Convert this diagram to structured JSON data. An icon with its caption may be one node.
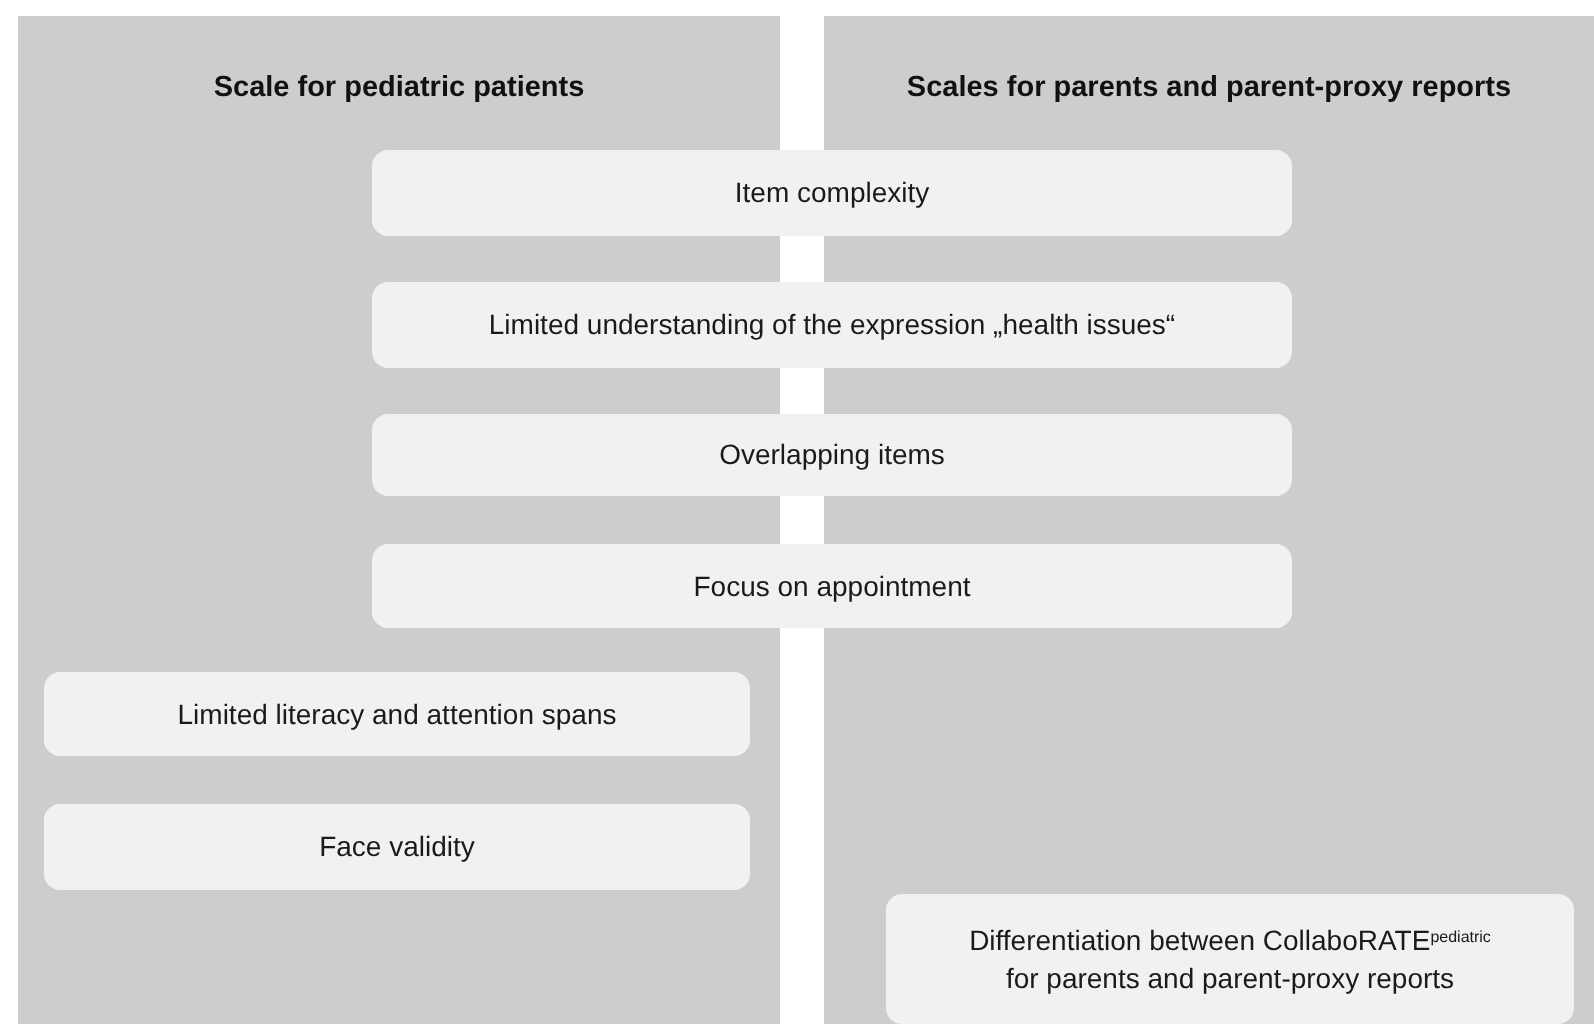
{
  "diagram": {
    "nodes": [
      {
        "text": [
          "Scale for pediatric patients"
        ]
      },
      {
        "text": [
          "Scales for parents and parent-proxy reports"
        ]
      },
      {
        "text": [
          "Item complexity"
        ]
      },
      {
        "text": [
          "Limited understanding of the expression „health issues“"
        ]
      },
      {
        "text": [
          "Overlapping items"
        ]
      },
      {
        "text": [
          "Focus on appointment"
        ]
      },
      {
        "text": [
          "Limited literacy and attention spans"
        ],
        "in": 0
      },
      {
        "text": [
          "Face validity"
        ],
        "in": 0
      },
      {
        "text": [
          "Differentiation between CollaboRATE$^{pediatric}$ for parents and parent-proxy reports"
        ],
        "in": 1
      }
    ]
  }
}
